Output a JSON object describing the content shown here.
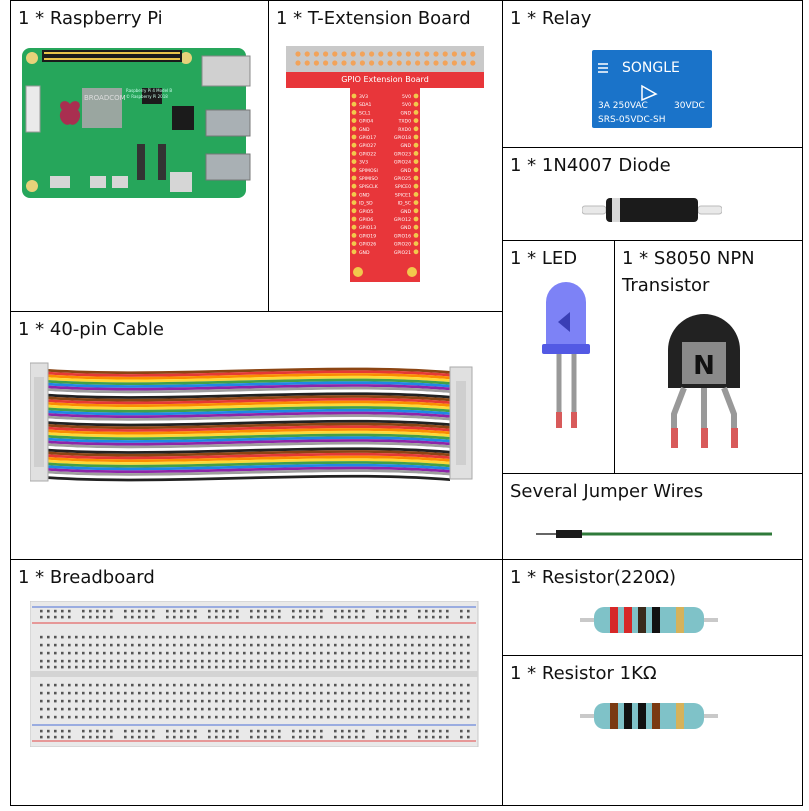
{
  "components": {
    "raspberry_pi": {
      "label": "1 * Raspberry Pi",
      "board_brand": "Raspberry Pi 4 Model B",
      "board_year": "© Raspberry Pi 2018",
      "chip": "BROADCOM"
    },
    "t_extension": {
      "label": "1 * T-Extension Board",
      "banner": "GPIO Extension Board",
      "pins_left": [
        "3V3",
        "SDA1",
        "SCL1",
        "GPIO4",
        "GND",
        "GPIO17",
        "GPIO27",
        "GPIO22",
        "3V3",
        "SPIMOSI",
        "SPIMISO",
        "SPISCLK",
        "GND",
        "ID_SD",
        "GPIO5",
        "GPIO6",
        "GPIO13",
        "GPIO19",
        "GPIO26",
        "GND"
      ],
      "pins_right": [
        "5V0",
        "5V0",
        "GND",
        "TXD0",
        "RXD0",
        "GPIO18",
        "GND",
        "GPIO23",
        "GPIO24",
        "GND",
        "GPIO25",
        "SPICE0",
        "SPICE1",
        "ID_SC",
        "GND",
        "GPIO12",
        "GND",
        "GPIO16",
        "GPIO20",
        "GPIO21"
      ]
    },
    "relay": {
      "label": "1 * Relay",
      "brand": "SONGLE",
      "rating_left": "3A 250VAC",
      "rating_right": "30VDC",
      "model": "SRS-05VDC-SH"
    },
    "diode": {
      "label": "1 * 1N4007 Diode"
    },
    "led": {
      "label": "1 * LED"
    },
    "transistor": {
      "label": "1 * S8050 NPN\nTransistor",
      "mark": "N"
    },
    "cable": {
      "label": "1 * 40-pin Cable"
    },
    "jumper": {
      "label": "Several Jumper Wires"
    },
    "breadboard": {
      "label": "1 * Breadboard"
    },
    "resistor_220": {
      "label": "1 * Resistor(220Ω)"
    },
    "resistor_1k": {
      "label": "1 * Resistor 1KΩ"
    }
  },
  "colors": {
    "pcb_green": "#26a65b",
    "t_board_red": "#e8363a",
    "relay_blue": "#1a73c9",
    "transistor_black": "#222222",
    "led_blue": "#6f74f5"
  }
}
